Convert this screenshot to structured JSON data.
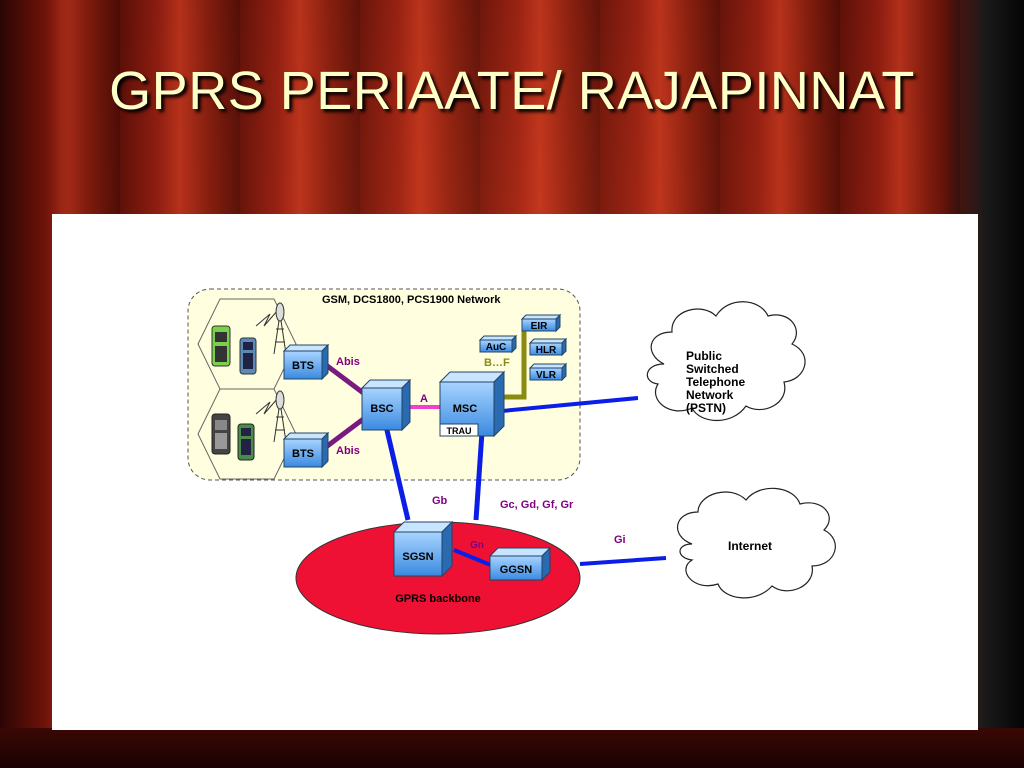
{
  "slide": {
    "title": "GPRS PERIAATE/ RAJAPINNAT"
  },
  "diagram": {
    "network_title": "GSM, DCS1800, PCS1900 Network",
    "nodes": {
      "bts_top": "BTS",
      "bts_bottom": "BTS",
      "bsc": "BSC",
      "msc": "MSC",
      "trau": "TRAU",
      "eir": "EIR",
      "auc": "AuC",
      "hlr": "HLR",
      "vlr": "VLR",
      "sgsn": "SGSN",
      "ggsn": "GGSN"
    },
    "interfaces": {
      "abis_top": "Abis",
      "abis_bottom": "Abis",
      "a": "A",
      "bf": "B…F",
      "gb": "Gb",
      "gc": "Gc, Gd, Gf, Gr",
      "gn": "Gn",
      "gi": "Gi"
    },
    "clouds": {
      "pstn": [
        "Public",
        "Switched",
        "Telephone",
        "Network",
        "(PSTN)"
      ],
      "internet": "Internet"
    },
    "backbone_label": "GPRS backbone",
    "colors": {
      "gsm_area": "#ffffe0",
      "box_blue": "#5aa8f0",
      "backbone_red": "#ee1133",
      "link_blue": "#0a1ee8",
      "link_purple": "#7a1a80",
      "link_pink": "#f040d0",
      "link_olive": "#8a8a10",
      "label_purple": "#800080"
    }
  }
}
